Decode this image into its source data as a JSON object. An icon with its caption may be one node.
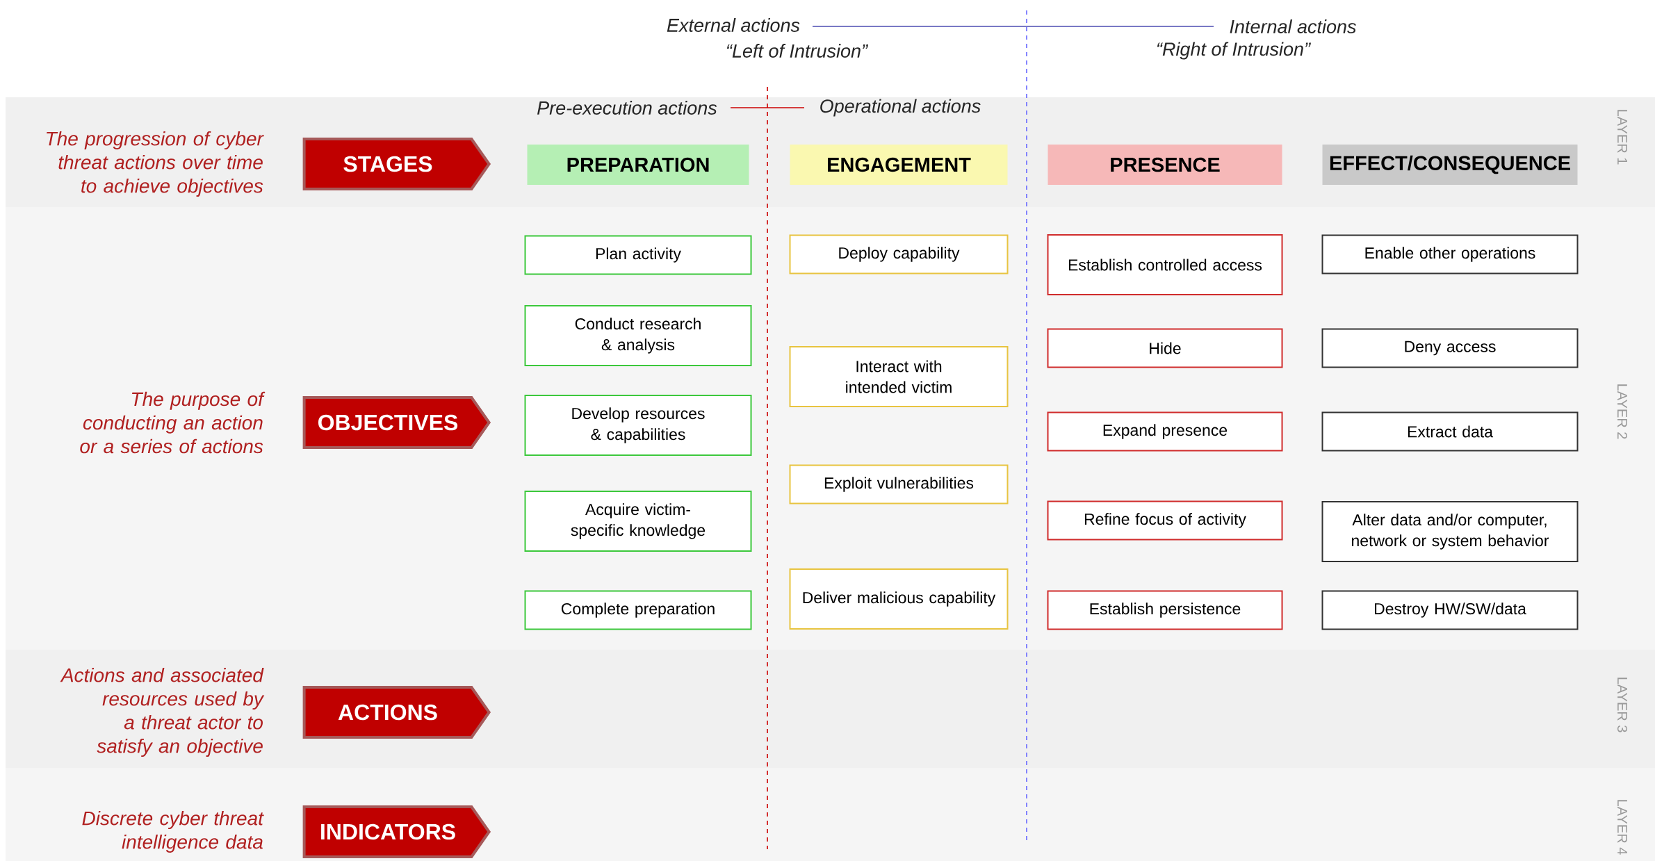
{
  "diagram": {
    "nodes": [
      {
        "text": [
          "STAGES"
        ],
        "beside": [
          "The progression of cyber threat actions over time to achieve objectives"
        ]
      },
      {
        "text": [
          "OBJECTIVES"
        ],
        "beside": [
          "The purpose of conducting an action or a series of actions"
        ]
      },
      {
        "text": [
          "ACTIONS"
        ],
        "beside": [
          "Actions and associated resources used by a threat actor to satisfy an objective"
        ]
      },
      {
        "text": [
          "INDICATORS"
        ],
        "beside": [
          "Discrete cyber threat intelligence data"
        ]
      },
      {
        "text": [
          "PREPARATION"
        ]
      },
      {
        "text": [
          "ENGAGEMENT"
        ]
      },
      {
        "text": [
          "PRESENCE"
        ]
      },
      {
        "text": [
          "EFFECT/CONSEQUENCE"
        ]
      },
      {
        "text": [
          "Plan activity"
        ]
      },
      {
        "text": [
          "Conduct research & analysis"
        ]
      },
      {
        "text": [
          "Develop resources & capabilities"
        ]
      },
      {
        "text": [
          "Acquire victim-specific knowledge"
        ]
      },
      {
        "text": [
          "Complete preparation"
        ]
      },
      {
        "text": [
          "Deploy capability"
        ]
      },
      {
        "text": [
          "Interact with intended victim"
        ]
      },
      {
        "text": [
          "Exploit vulnerabilities"
        ]
      },
      {
        "text": [
          "Deliver malicious capability"
        ]
      },
      {
        "text": [
          "Establish controlled access"
        ]
      },
      {
        "text": [
          "Hide"
        ]
      },
      {
        "text": [
          "Expand presence"
        ]
      },
      {
        "text": [
          "Refine focus of activity"
        ]
      },
      {
        "text": [
          "Establish persistence"
        ]
      },
      {
        "text": [
          "Enable other operations"
        ]
      },
      {
        "text": [
          "Deny access"
        ]
      },
      {
        "text": [
          "Extract data"
        ]
      },
      {
        "text": [
          "Alter data and/or computer, network or system behavior"
        ]
      },
      {
        "text": [
          "Destroy HW/SW/data"
        ]
      }
    ],
    "labels": [
      "External actions",
      "Internal actions",
      "“Left of Intrusion”",
      "“Right of Intrusion”",
      "Pre-execution actions",
      "Operational actions",
      "LAYER 1",
      "LAYER 2",
      "LAYER 3",
      "LAYER 4"
    ]
  }
}
